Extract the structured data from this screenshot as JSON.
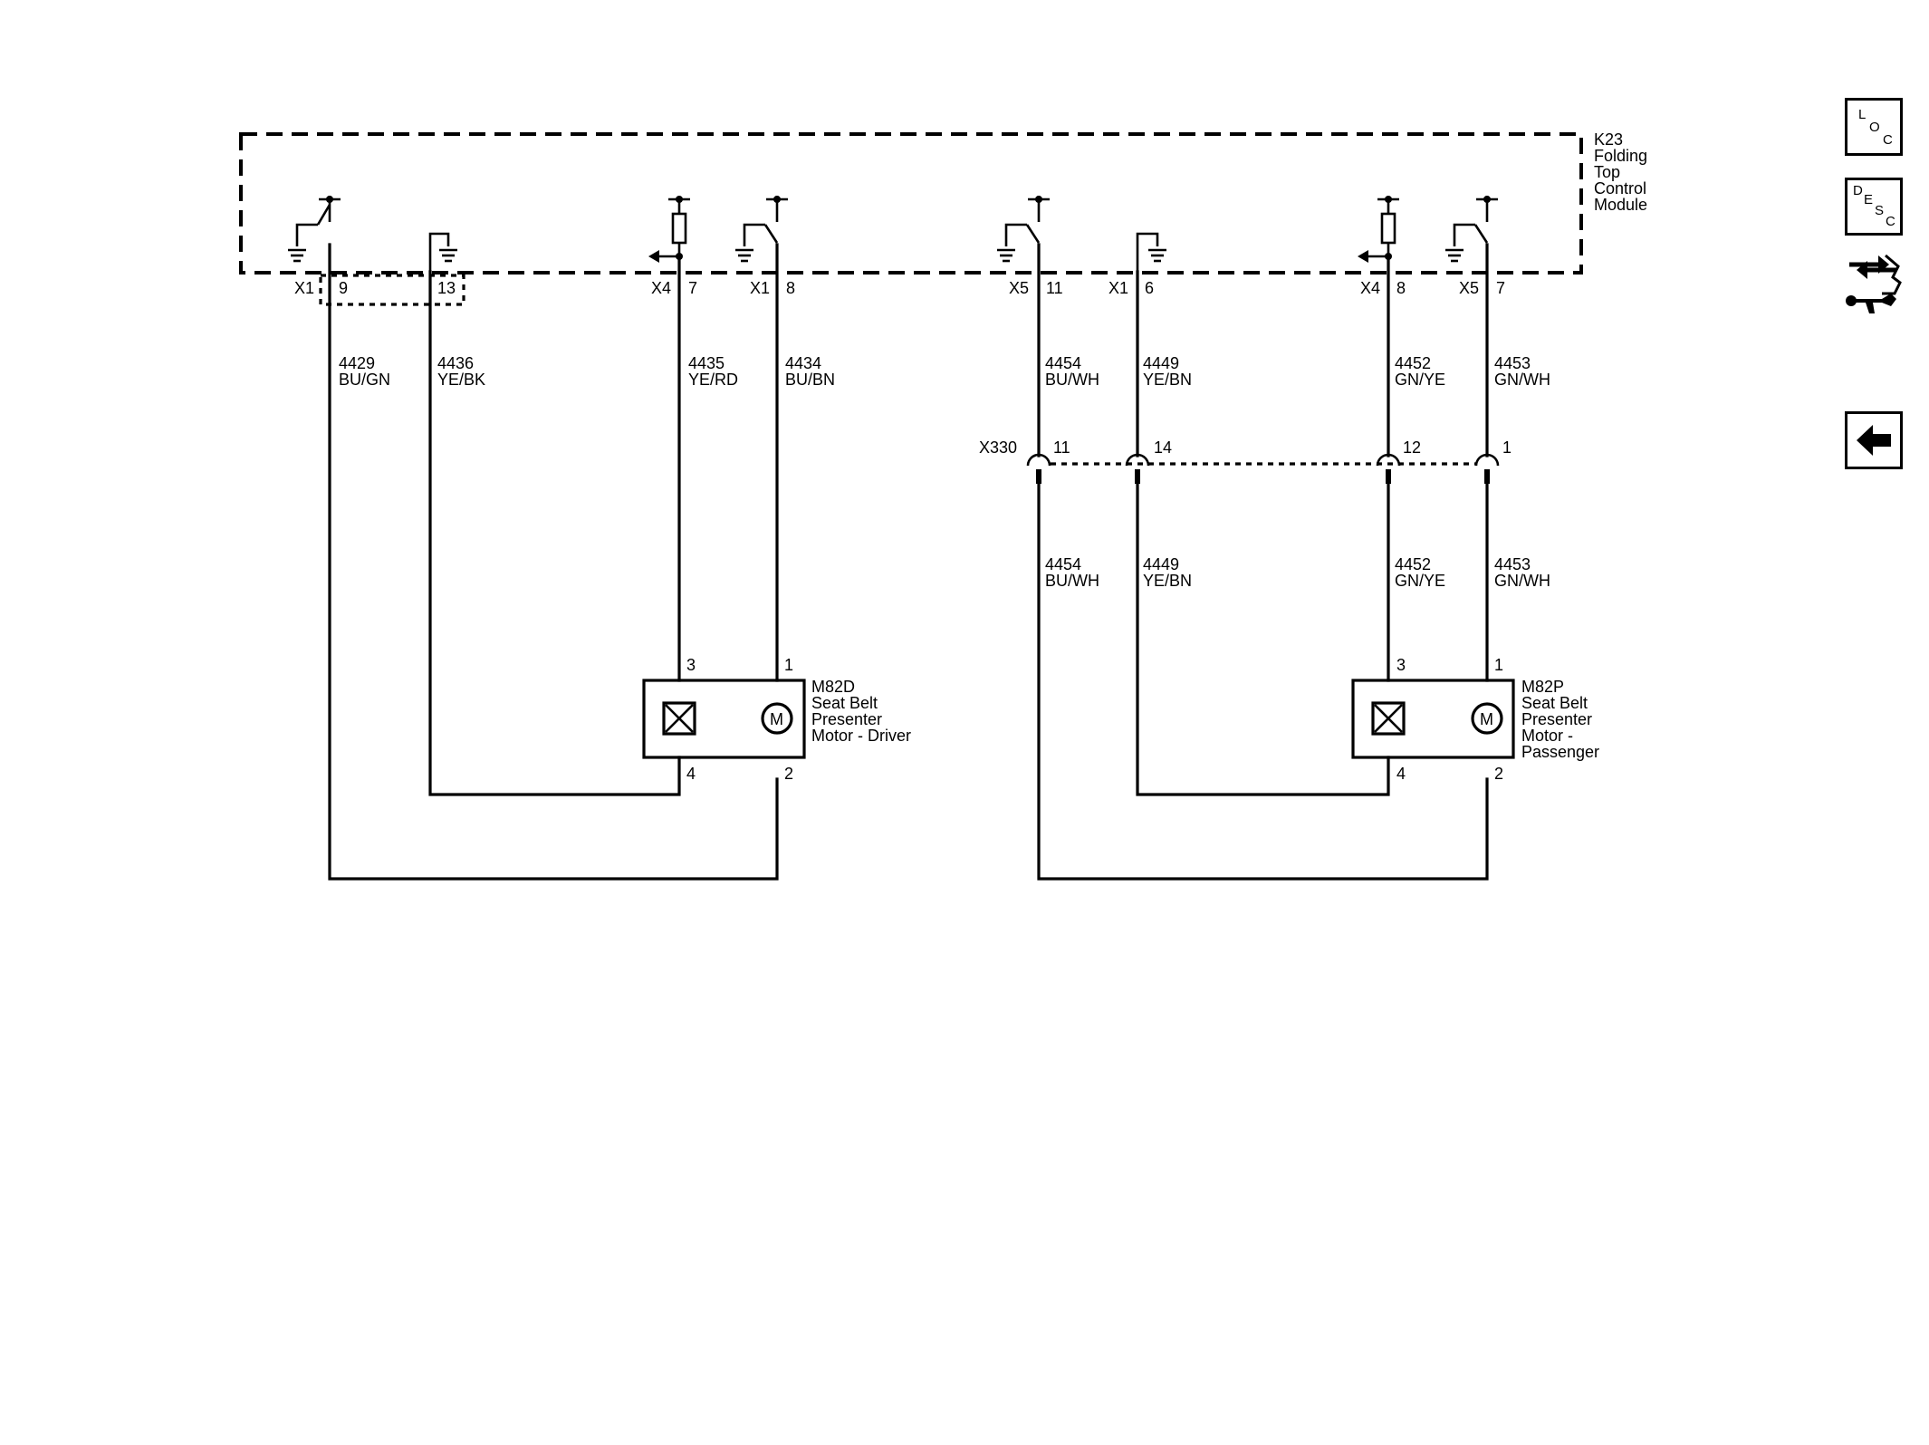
{
  "module": {
    "label_lines": [
      "K23",
      "Folding",
      "Top",
      "Control",
      "Module"
    ]
  },
  "pins": [
    {
      "connector": "X1",
      "pin": "9"
    },
    {
      "connector": "",
      "pin": "13"
    },
    {
      "connector": "X4",
      "pin": "7"
    },
    {
      "connector": "X1",
      "pin": "8"
    },
    {
      "connector": "X5",
      "pin": "11"
    },
    {
      "connector": "X1",
      "pin": "6"
    },
    {
      "connector": "X4",
      "pin": "8"
    },
    {
      "connector": "X5",
      "pin": "7"
    }
  ],
  "wires_upper": [
    {
      "circuit": "4429",
      "color": "BU/GN"
    },
    {
      "circuit": "4436",
      "color": "YE/BK"
    },
    {
      "circuit": "4435",
      "color": "YE/RD"
    },
    {
      "circuit": "4434",
      "color": "BU/BN"
    },
    {
      "circuit": "4454",
      "color": "BU/WH"
    },
    {
      "circuit": "4449",
      "color": "YE/BN"
    },
    {
      "circuit": "4452",
      "color": "GN/YE"
    },
    {
      "circuit": "4453",
      "color": "GN/WH"
    }
  ],
  "inline_connector": {
    "name": "X330",
    "pins": [
      "11",
      "14",
      "12",
      "1"
    ]
  },
  "wires_lower": [
    {
      "circuit": "4454",
      "color": "BU/WH"
    },
    {
      "circuit": "4449",
      "color": "YE/BN"
    },
    {
      "circuit": "4452",
      "color": "GN/YE"
    },
    {
      "circuit": "4453",
      "color": "GN/WH"
    }
  ],
  "motors": [
    {
      "label_lines": [
        "M82D",
        "Seat Belt",
        "Presenter",
        "Motor - Driver"
      ],
      "pins_top": [
        "3",
        "1"
      ],
      "pins_bottom": [
        "4",
        "2"
      ],
      "motor_symbol": "M"
    },
    {
      "label_lines": [
        "M82P",
        "Seat Belt",
        "Presenter",
        "Motor -",
        "Passenger"
      ],
      "pins_top": [
        "3",
        "1"
      ],
      "pins_bottom": [
        "4",
        "2"
      ],
      "motor_symbol": "M"
    }
  ],
  "sidebar": {
    "loc": {
      "letters": [
        "L",
        "O",
        "C"
      ]
    },
    "desc": {
      "letters": [
        "D",
        "E",
        "S",
        "C"
      ]
    },
    "tools_icon": "connector-wrench-icon",
    "back_icon": "back-arrow-icon"
  }
}
